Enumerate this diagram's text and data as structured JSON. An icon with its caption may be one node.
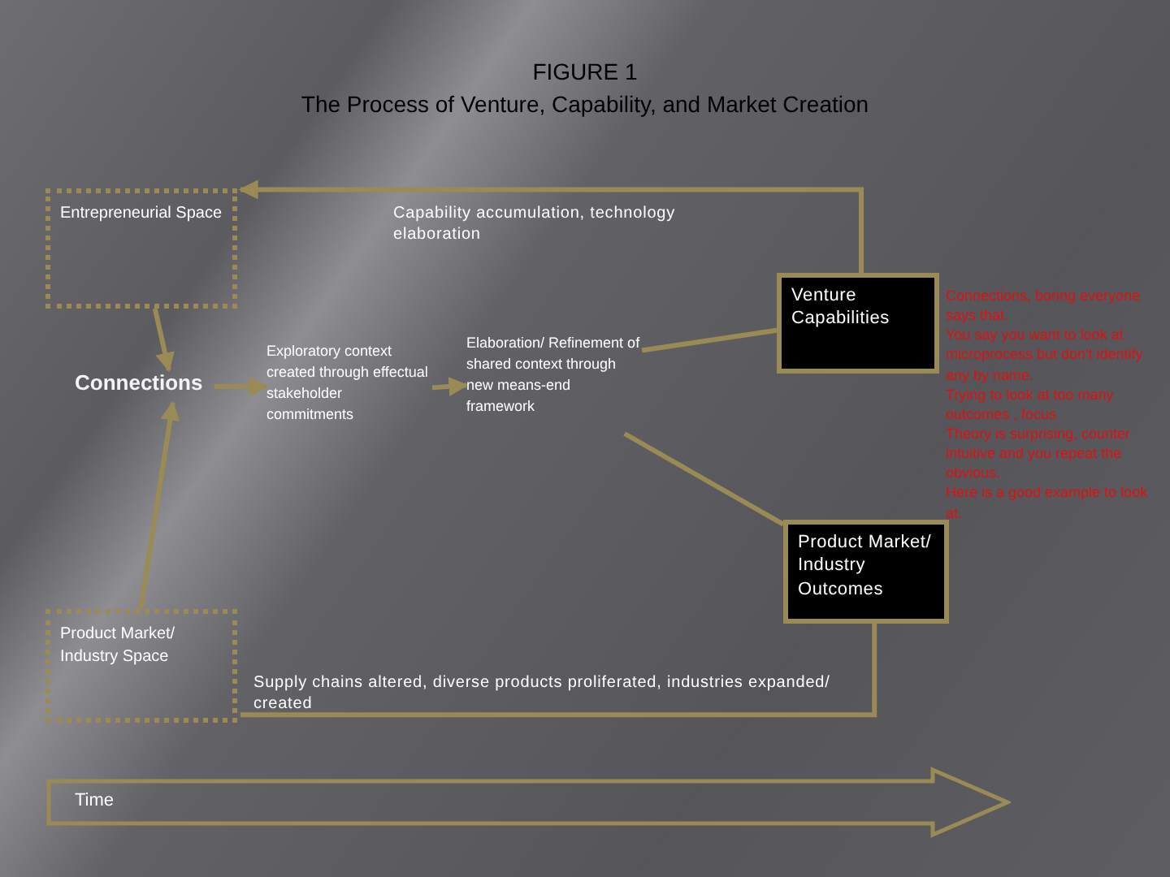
{
  "diagram": {
    "title": "The Process of Venture, Capability, and Market Creation",
    "nodes": [
      {
        "text": [
          "Entrepreneurial Space"
        ]
      },
      {
        "text": [
          "Connections"
        ]
      },
      {
        "text": [
          "Exploratory context created through effectual stakeholder commitments"
        ]
      },
      {
        "text": [
          "Elaboration/ Refinement of shared context through new means-end framework"
        ]
      },
      {
        "text": [
          "Venture Capabilities"
        ]
      },
      {
        "text": [
          "Product Market/ Industry Outcomes"
        ]
      },
      {
        "text": [
          "Product Market/ Industry Space"
        ]
      },
      {
        "text": [
          "Time"
        ]
      }
    ],
    "edges": [
      {
        "from": 0,
        "to": 1,
        "arrow": "to"
      },
      {
        "from": 6,
        "to": 1,
        "arrow": "to"
      },
      {
        "from": 1,
        "to": 2,
        "arrow": "to"
      },
      {
        "from": 2,
        "to": 3,
        "arrow": "to"
      },
      {
        "from": 3,
        "to": 4,
        "arrow": "none"
      },
      {
        "from": 3,
        "to": 5,
        "arrow": "none"
      },
      {
        "from": 4,
        "to": 0,
        "arrow": "to",
        "label": "Capability accumulation, technology elaboration"
      },
      {
        "from": 5,
        "to": 6,
        "arrow": "none",
        "label": "Supply chains altered, diverse products proliferated, industries expanded/ created"
      }
    ],
    "labels": [
      "FIGURE 1",
      "Connections, boring everyone says that.",
      "You say you want to look at microprocess but don't identify any by name.",
      "Trying to look at too many outcomes , focus",
      "Theory is surprising, counter intuitive and you repeat the obvious.",
      "Here is a good example to look at."
    ]
  }
}
